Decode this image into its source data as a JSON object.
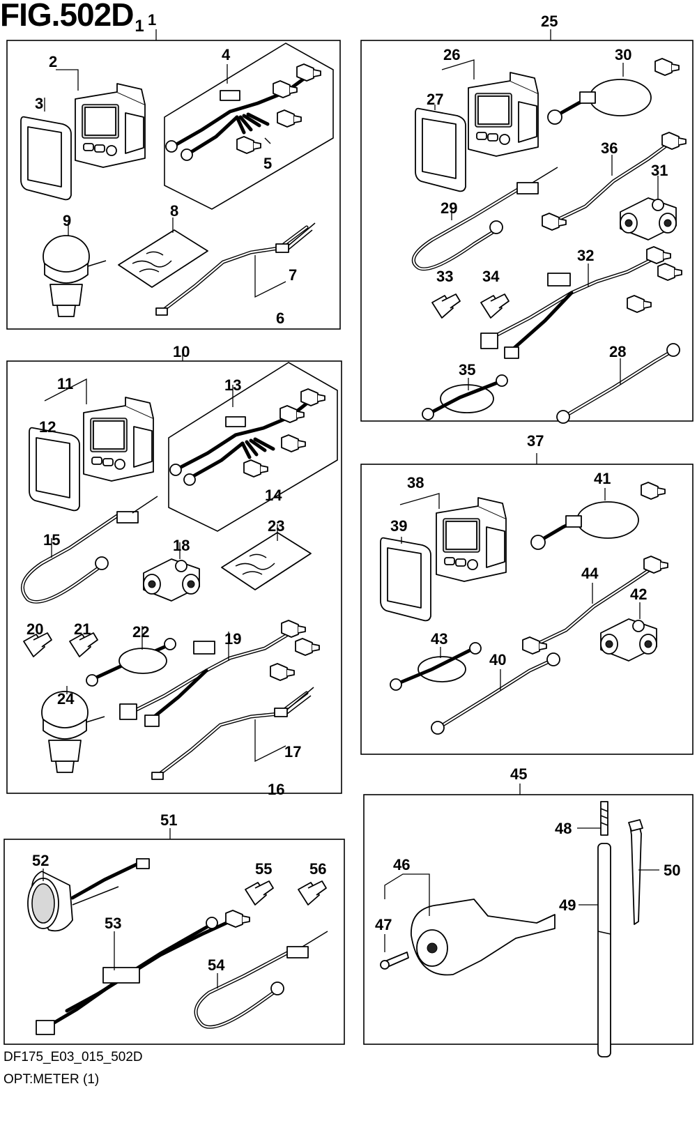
{
  "figure": {
    "title": "FIG.502D",
    "suffix": "1"
  },
  "footer": {
    "code": "DF175_E03_015_502D",
    "name": "OPT:METER (1)"
  },
  "callouts": {
    "n1": "1",
    "n2": "2",
    "n3": "3",
    "n4": "4",
    "n5": "5",
    "n6": "6",
    "n7": "7",
    "n8": "8",
    "n9": "9",
    "n10": "10",
    "n11": "11",
    "n12": "12",
    "n13": "13",
    "n14": "14",
    "n15": "15",
    "n16": "16",
    "n17": "17",
    "n18": "18",
    "n19": "19",
    "n20": "20",
    "n21": "21",
    "n22": "22",
    "n23": "23",
    "n24": "24",
    "n25": "25",
    "n26": "26",
    "n27": "27",
    "n28": "28",
    "n29": "29",
    "n30": "30",
    "n31": "31",
    "n32": "32",
    "n33": "33",
    "n34": "34",
    "n35": "35",
    "n36": "36",
    "n37": "37",
    "n38": "38",
    "n39": "39",
    "n40": "40",
    "n41": "41",
    "n42": "42",
    "n43": "43",
    "n44": "44",
    "n45": "45",
    "n46": "46",
    "n47": "47",
    "n48": "48",
    "n49": "49",
    "n50": "50",
    "n51": "51",
    "n52": "52",
    "n53": "53",
    "n54": "54",
    "n55": "55",
    "n56": "56"
  }
}
